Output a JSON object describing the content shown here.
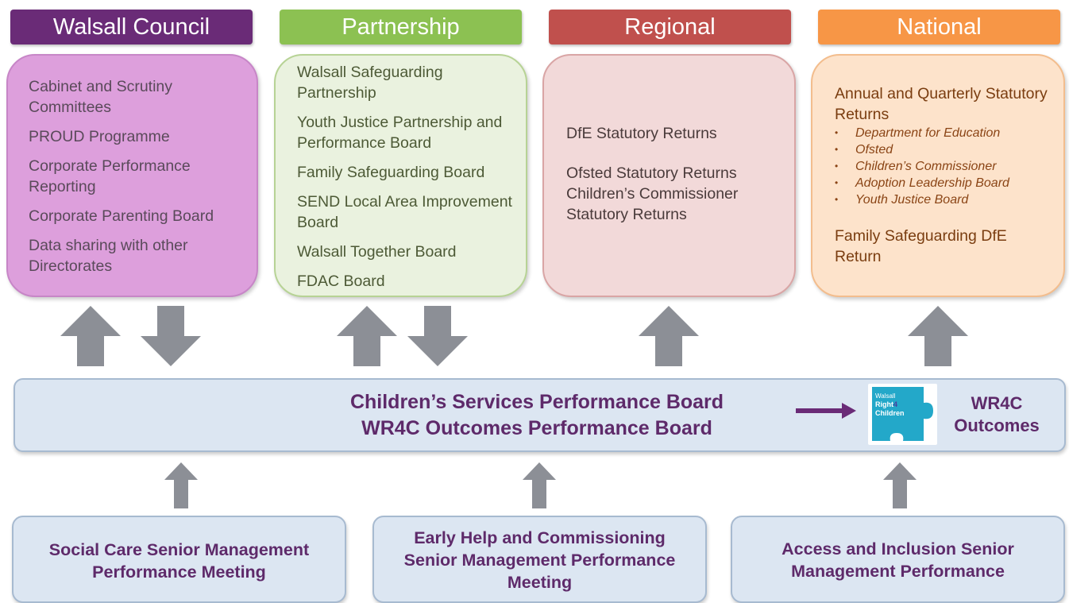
{
  "headers": [
    "Walsall Council",
    "Partnership",
    "Regional",
    "National"
  ],
  "colors": {
    "walsall_council": "#6a2b77",
    "partnership": "#8cc152",
    "regional": "#c0504d",
    "national": "#f79646",
    "arrow": "#8c8f96",
    "band_text": "#5e2a6a",
    "band_fill": "#dce6f2"
  },
  "walsall_council": {
    "items": [
      "Cabinet and Scrutiny Committees",
      "PROUD Programme",
      "Corporate Performance Reporting",
      "Corporate Parenting Board",
      "Data sharing with other Directorates"
    ]
  },
  "partnership": {
    "items": [
      "Walsall Safeguarding Partnership",
      "Youth Justice Partnership and Performance Board",
      "Family Safeguarding Board",
      "SEND Local Area Improvement Board",
      "Walsall Together Board",
      "FDAC Board"
    ]
  },
  "regional": {
    "items": [
      "DfE Statutory Returns",
      "Ofsted Statutory Returns",
      "Children’s Commissioner Statutory Returns"
    ]
  },
  "national": {
    "heading": "Annual and Quarterly Statutory Returns",
    "bullets": [
      "Department for Education",
      "Ofsted",
      "Children’s Commissioner",
      "Adoption Leadership Board",
      "Youth Justice Board"
    ],
    "footer": "Family Safeguarding DfE Return"
  },
  "performance_board": {
    "line1": "Children’s Services Performance Board",
    "line2": "WR4C Outcomes Performance Board"
  },
  "logo": {
    "line1": "Walsall",
    "line2": "Right",
    "four": "4",
    "line3": "Children"
  },
  "outcomes": {
    "line1": "WR4C",
    "line2": "Outcomes"
  },
  "meetings": [
    "Social Care Senior Management Performance Meeting",
    "Early Help and Commissioning Senior Management Performance Meeting",
    "Access and Inclusion Senior Management Performance"
  ]
}
